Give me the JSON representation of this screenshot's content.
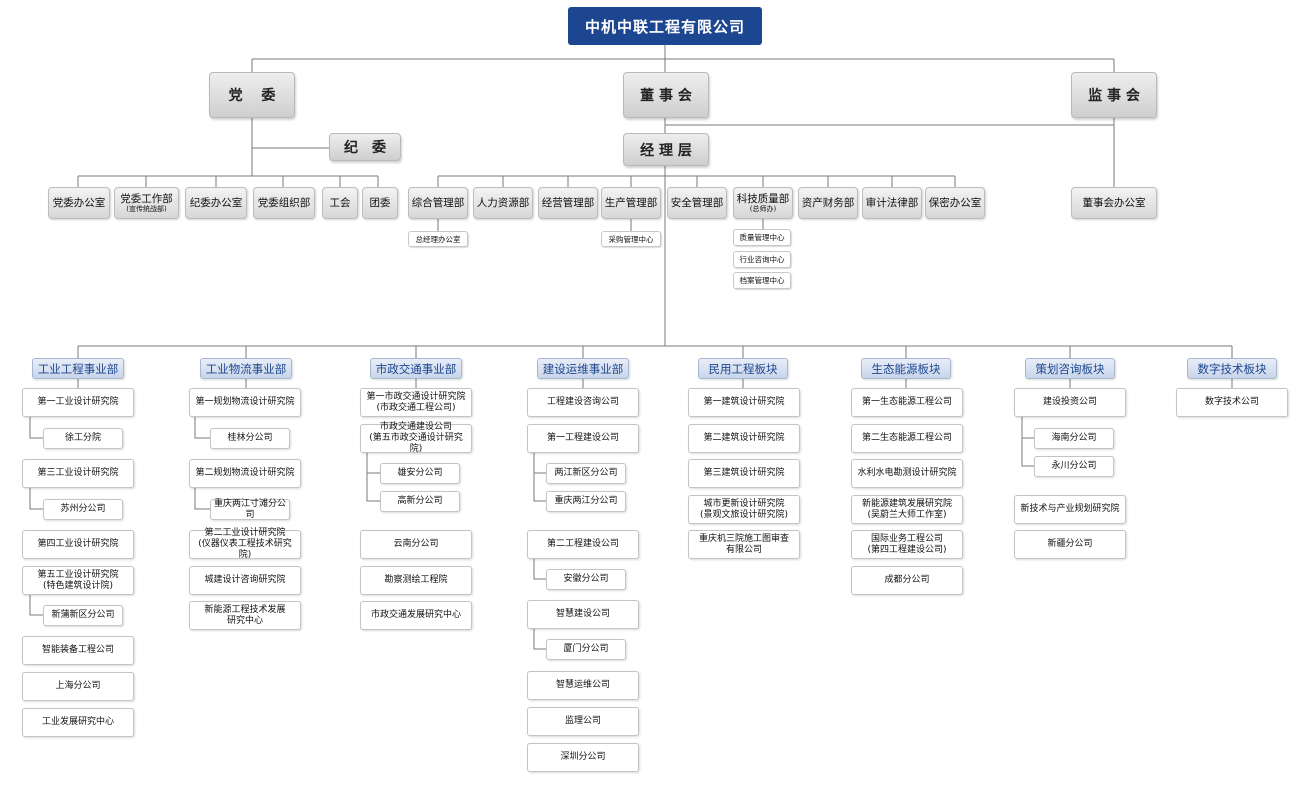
{
  "company": "中机中联工程有限公司",
  "top_level": {
    "party_committee": "党　 委",
    "board": "董 事 会",
    "supervisory": "监 事 会",
    "discipline": "纪　委",
    "management": "经 理 层"
  },
  "party_depts": [
    {
      "label": "党委办公室"
    },
    {
      "label": "党委工作部",
      "sub": "(宣传统战部)"
    },
    {
      "label": "纪委办公室"
    },
    {
      "label": "党委组织部"
    },
    {
      "label": "工会"
    },
    {
      "label": "团委"
    }
  ],
  "mgmt_depts": [
    {
      "label": "综合管理部"
    },
    {
      "label": "人力资源部"
    },
    {
      "label": "经营管理部"
    },
    {
      "label": "生产管理部"
    },
    {
      "label": "安全管理部"
    },
    {
      "label": "科技质量部",
      "sub": "(总师办)"
    },
    {
      "label": "资产财务部"
    },
    {
      "label": "审计法律部"
    },
    {
      "label": "保密办公室"
    }
  ],
  "board_office": "董事会办公室",
  "mini_boxes": {
    "general_office": "总经理办公室",
    "procurement": "采购管理中心",
    "quality": "质量管理中心",
    "consulting": "行业咨询中心",
    "archives": "档案管理中心"
  },
  "divisions": [
    {
      "header": "工业工程事业部",
      "items": [
        "第一工业设计研究院",
        "徐工分院",
        "第三工业设计研究院",
        "苏州分公司",
        "第四工业设计研究院",
        "第五工业设计研究院\n(特色建筑设计院)",
        "新蒲新区分公司",
        "智能装备工程公司",
        "上海分公司",
        "工业发展研究中心"
      ]
    },
    {
      "header": "工业物流事业部",
      "items": [
        "第一规划物流设计研究院",
        "桂林分公司",
        "第二规划物流设计研究院",
        "重庆两江寸滩分公司",
        "第二工业设计研究院\n(仪器仪表工程技术研究院)",
        "城建设计咨询研究院",
        "新能源工程技术发展\n研究中心"
      ]
    },
    {
      "header": "市政交通事业部",
      "items": [
        "第一市政交通设计研究院\n(市政交通工程公司)",
        "市政交通建设公司\n(第五市政交通设计研究院)",
        "雄安分公司",
        "高新分公司",
        "云南分公司",
        "勘察测绘工程院",
        "市政交通发展研究中心"
      ]
    },
    {
      "header": "建设运维事业部",
      "items": [
        "工程建设咨询公司",
        "第一工程建设公司",
        "两江新区分公司",
        "重庆两江分公司",
        "第二工程建设公司",
        "安徽分公司",
        "智慧建设公司",
        "厦门分公司",
        "智慧运维公司",
        "监理公司",
        "深圳分公司"
      ]
    },
    {
      "header": "民用工程板块",
      "items": [
        "第一建筑设计研究院",
        "第二建筑设计研究院",
        "第三建筑设计研究院",
        "城市更新设计研究院\n(景观文旅设计研究院)",
        "重庆机三院施工图审查\n有限公司"
      ]
    },
    {
      "header": "生态能源板块",
      "items": [
        "第一生态能源工程公司",
        "第二生态能源工程公司",
        "水利水电勘测设计研究院",
        "新能源建筑发展研究院\n(吴蔚兰大师工作室)",
        "国际业务工程公司\n(第四工程建设公司)",
        "成都分公司"
      ]
    },
    {
      "header": "策划咨询板块",
      "items": [
        "建设投资公司",
        "海南分公司",
        "永川分公司",
        "新技术与产业规划研究院",
        "新疆分公司"
      ]
    },
    {
      "header": "数字技术板块",
      "items": [
        "数字技术公司"
      ]
    }
  ]
}
